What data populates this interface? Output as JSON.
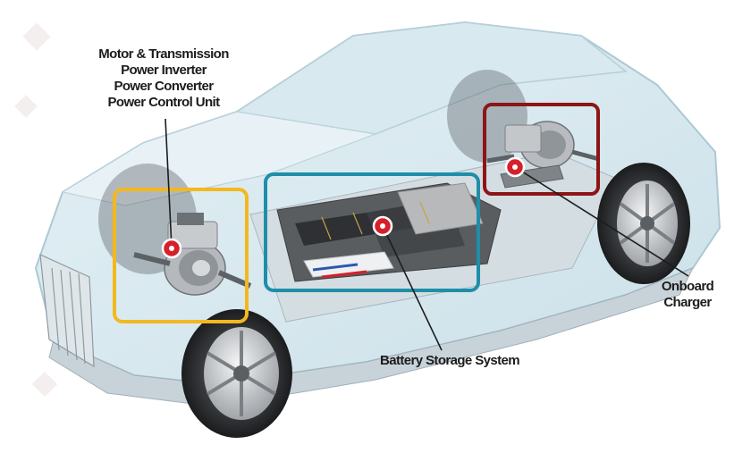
{
  "colors": {
    "motor_box": "#f3b81f",
    "battery_box": "#1f8ea8",
    "charger_box": "#8c1517",
    "marker": "#d6202a",
    "leader_line": "#1c1c1c"
  },
  "components": {
    "motor": {
      "lines": [
        "Motor & Transmission",
        "Power Inverter",
        "Power Converter",
        "Power Control Unit"
      ]
    },
    "charger": {
      "lines": [
        "Onboard",
        "Charger"
      ]
    },
    "battery": {
      "lines": [
        "Battery Storage System"
      ]
    }
  }
}
